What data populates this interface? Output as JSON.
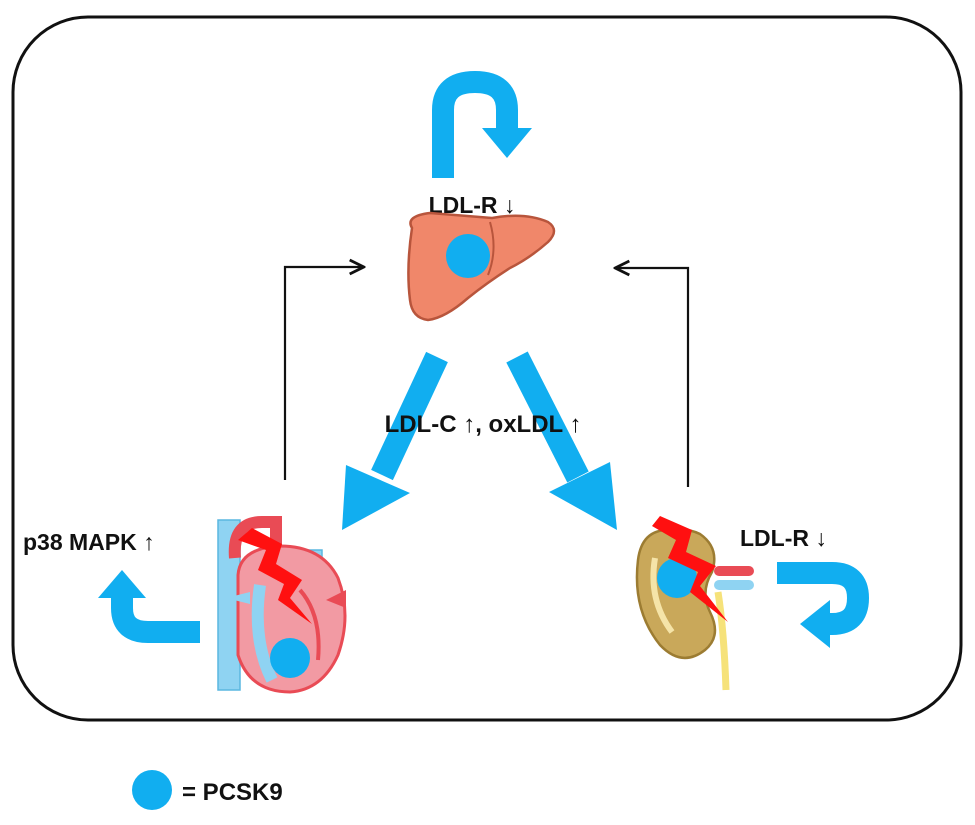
{
  "labels": {
    "liver_receptor": "LDL-R ↓",
    "center_lipids": "LDL-C ↑, oxLDL ↑",
    "heart_signal": "p38 MAPK ↑",
    "kidney_receptor": "LDL-R ↓"
  },
  "legend": {
    "text": "= PCSK9"
  },
  "colors": {
    "arrow_blue": "#11aef0",
    "pcsk9_dot": "#11aef0",
    "liver": "#f0876a",
    "heart_red": "#e94b55",
    "vessel_blue": "#8fd3f2",
    "kidney": "#c9a85a",
    "injury": "#ff1010",
    "border": "#111111"
  },
  "icons": [
    "liver-icon",
    "heart-icon",
    "kidney-icon",
    "lightning-icon",
    "pcsk9-dot-icon",
    "curved-arrow-icon"
  ]
}
